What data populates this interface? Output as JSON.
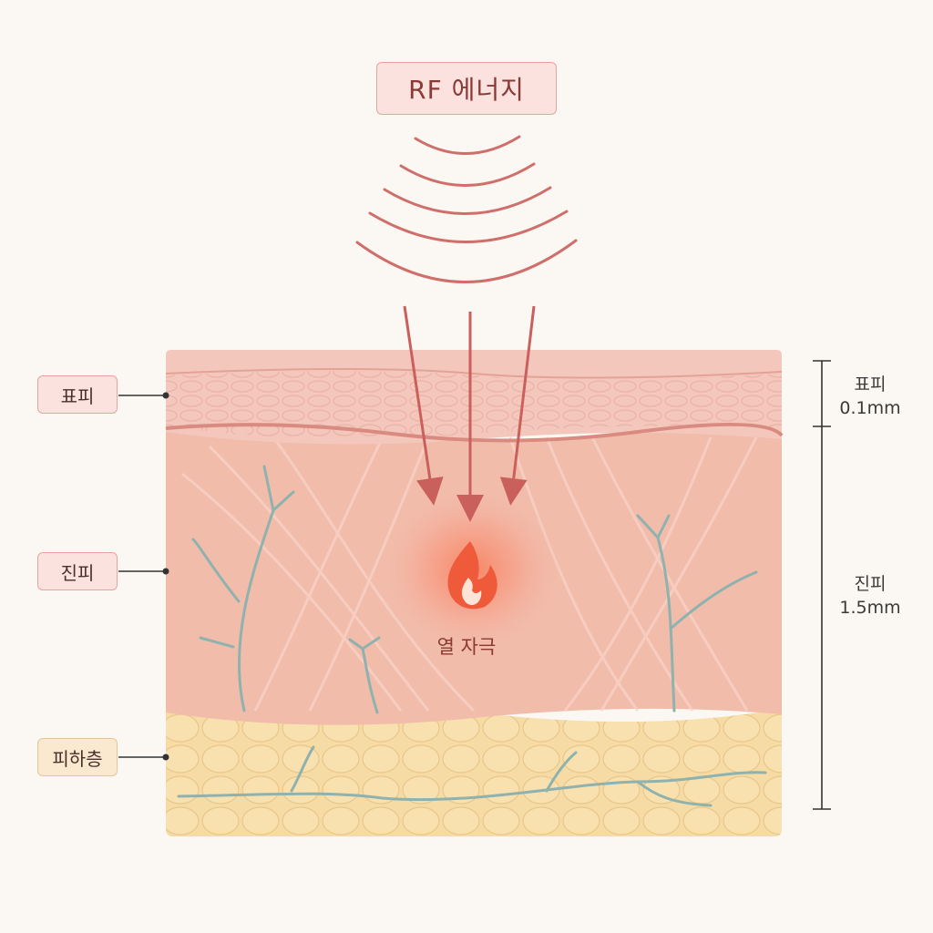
{
  "title": "RF 에너지",
  "layers": {
    "epidermis": "표피",
    "dermis": "진피",
    "subcutaneous": "피하층"
  },
  "measurements": {
    "epidermis_name": "표피",
    "epidermis_depth": "0.1mm",
    "dermis_name": "진피",
    "dermis_depth": "1.5mm"
  },
  "heat_label": "열 자극",
  "colors": {
    "background": "#fbf7f2",
    "epidermis": "#f4c7bd",
    "dermis": "#f2bcab",
    "subcutaneous": "#f6dca4",
    "rf_waves": "#cf6f6b",
    "vessels": "#8fb2ae",
    "heat": "#ef5a3a"
  }
}
